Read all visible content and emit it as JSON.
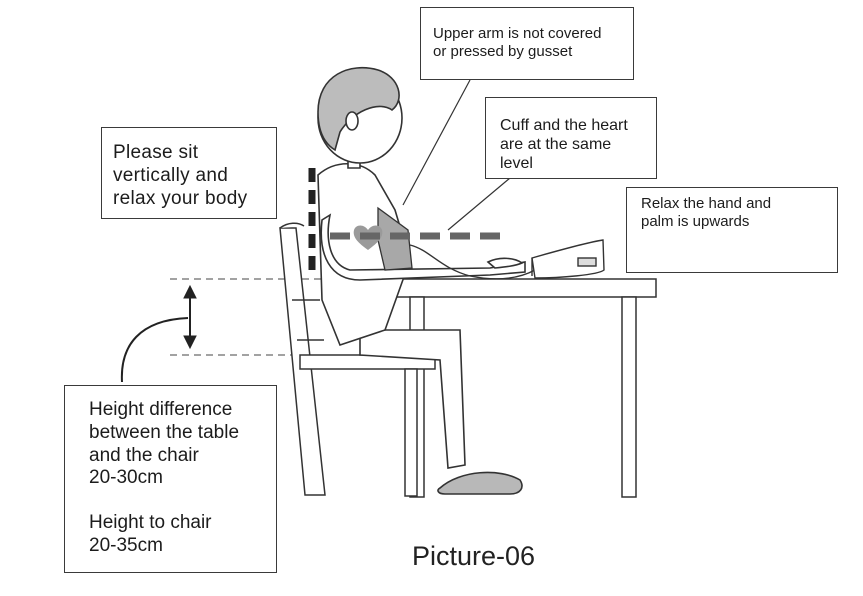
{
  "callouts": {
    "sit": "Please sit\nvertically and\nrelax your body",
    "upper_arm": "Upper arm is not covered\nor pressed by gusset",
    "cuff_heart": "Cuff and the heart\nare at the same\nlevel",
    "relax_hand": "Relax the hand and\npalm is upwards",
    "height_diff": "Height difference\nbetween the table\nand the chair\n20-30cm",
    "height_chair": "Height to chair\n20-35cm"
  },
  "caption": "Picture-06"
}
